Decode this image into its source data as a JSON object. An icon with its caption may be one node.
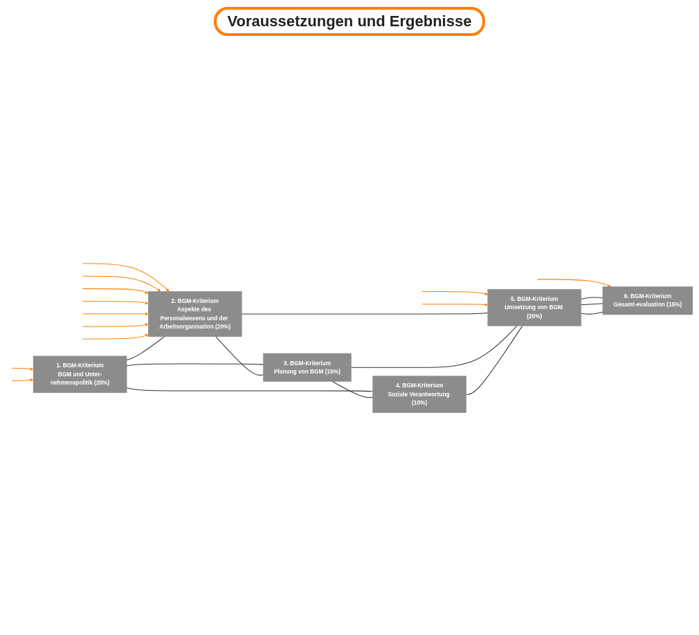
{
  "diagram": {
    "nodes": [
      {
        "text": [
          "1. BGM-Kriterium",
          "BGM und Unter-nehmenspolitik (20%)"
        ]
      },
      {
        "text": [
          "2. BGM-Kriterium",
          "Aspekte des Personalwesens und der Arbeitsorganisation (20%)"
        ]
      },
      {
        "text": [
          "3. BGM-Kriterium",
          "Planung von BGM (15%)"
        ]
      },
      {
        "text": [
          "4. BGM-Kriterium",
          "Soziale Verantwortung (10%)"
        ]
      },
      {
        "text": [
          "5. BGM-Kriterium",
          "Umsetzung von BGM (20%)"
        ]
      },
      {
        "text": [
          "6. BGM-Kriterium",
          "Gesamt-evaluation (15%)"
        ]
      }
    ],
    "edges": [
      {
        "from": null,
        "to": 1,
        "arrow": "to"
      },
      {
        "from": null,
        "to": 4,
        "arrow": "to"
      },
      {
        "from": null,
        "to": 1,
        "arrow": "to"
      },
      {
        "from": null,
        "to": 4,
        "arrow": "to"
      },
      {
        "from": null,
        "to": 1,
        "arrow": "to"
      },
      {
        "from": null,
        "to": 1,
        "arrow": "to"
      },
      {
        "from": null,
        "to": 1,
        "arrow": "to"
      },
      {
        "from": null,
        "to": 1,
        "arrow": "to"
      },
      {
        "from": null,
        "to": 0,
        "arrow": "to"
      },
      {
        "from": null,
        "to": 0,
        "arrow": "to"
      },
      {
        "from": null,
        "to": 1,
        "arrow": "to"
      },
      {
        "from": null,
        "to": 5,
        "arrow": "to"
      },
      {
        "from": 0,
        "to": 1,
        "arrow": "none",
        "color": "#333333"
      },
      {
        "from": 0,
        "to": 2,
        "arrow": "none",
        "color": "#333333"
      },
      {
        "from": 0,
        "to": 3,
        "arrow": "none",
        "color": "#333333"
      },
      {
        "from": 1,
        "to": 2,
        "arrow": "none",
        "color": "#333333"
      },
      {
        "from": 2,
        "to": 3,
        "arrow": "none",
        "color": "#333333"
      },
      {
        "from": 1,
        "to": 4,
        "arrow": "none",
        "color": "#333333"
      },
      {
        "from": 2,
        "to": 4,
        "arrow": "none",
        "color": "#333333"
      },
      {
        "from": 3,
        "to": 4,
        "arrow": "none",
        "color": "#333333"
      },
      {
        "from": 4,
        "to": 5,
        "arrow": "none",
        "color": "#333333"
      },
      {
        "from": 4,
        "to": 5,
        "arrow": "none",
        "color": "#333333"
      },
      {
        "from": 4,
        "to": 5,
        "arrow": "none",
        "color": "#333333"
      }
    ],
    "labels": [
      "Voraussetzungen und Ergebnisse"
    ]
  }
}
